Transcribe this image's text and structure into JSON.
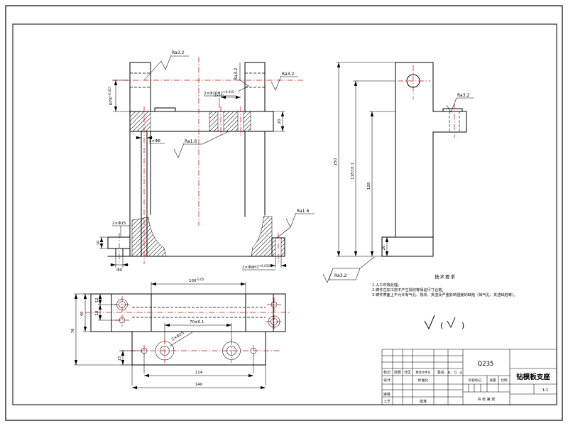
{
  "meta": {
    "sheet_bg": "#ffffff",
    "line_color": "#000000",
    "centerline_color": "#c81414"
  },
  "front_view": {
    "ra_top_left": "Ra3.2",
    "ra_mid": "Ra3.2",
    "ra_top_right": "Ra3.2",
    "ra_web": "Ra1.6",
    "ra_foot": "Ra1.6",
    "dim_bore": "Φ78",
    "dim_bore_tol": "+0.027",
    "dim_web_holes": "2×Φ10H7",
    "dim_web_holes_tol": "+0.015",
    "chamfer": "2×45°",
    "dim_web_thickness": "20",
    "dim_leg_holes": "2×Φ8",
    "dim_foot_hole": "Φ9",
    "dim_lug_height": "10",
    "dim_spotface": "2×Φ15",
    "dim_foot_holes": "2×Φ9H7",
    "dim_foot_holes_tol": "+0.015"
  },
  "side_view": {
    "dim_total": "250",
    "dim_center": "118±0.1",
    "dim_step": "128",
    "dim_base": "20",
    "ra_boss": "Ra3.2",
    "ra_base": "Ra3.2"
  },
  "plan_view": {
    "dim_width": "100",
    "dim_width_tol": "-0.05",
    "dim_hole_span": "70±0.1",
    "dim_small_span": "114",
    "dim_total_width": "140",
    "dim_depth": "76",
    "dim_band": "40",
    "dim_edge": "12",
    "dim_holes": "18",
    "dim_bottom": "15",
    "leader_spotface": "2×Φ15"
  },
  "tech": {
    "title": "技术要求",
    "notes": [
      "1.人工时效处理。",
      "2.铸件在加工前不产生裂纹等保证尺寸合格。",
      "3.铸件表面上不允许有气孔、裂纹、夹渣及严重影响强度的缺陷（如气孔、夹渣缺陷等）。"
    ]
  },
  "surface_note": {
    "open": "(",
    "close": ")"
  },
  "title_block": {
    "material": "Q235",
    "part_name": "钻模板支座",
    "rev_headers": [
      "标记",
      "处数",
      "分区",
      "更改文件号",
      "签名",
      "年、月、日"
    ],
    "role_design": "设计",
    "role_standard": "标准化",
    "role_check": "审核",
    "role_process": "工艺",
    "role_approve": "批准",
    "stage_label": "阶段标记",
    "mass_label": "质量",
    "scale_label": "比例",
    "scale_value": "1:1",
    "sheet_note": "共 张 第 张"
  }
}
